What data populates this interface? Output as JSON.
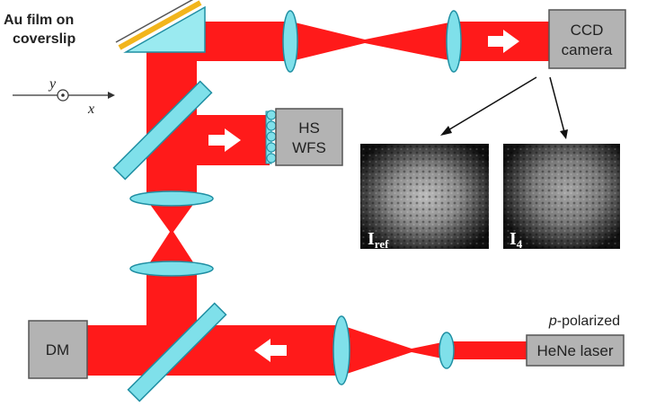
{
  "labels": {
    "sample_line1": "Au film on",
    "sample_line2": "coverslip",
    "axis_y": "y",
    "axis_x": "x",
    "ccd_line1": "CCD",
    "ccd_line2": "camera",
    "hs_line1": "HS",
    "hs_line2": "WFS",
    "dm": "DM",
    "laser": "HeNe laser",
    "polarization_prefix": "p",
    "polarization_suffix": "-polarized",
    "image_ref_main": "I",
    "image_ref_sub": "ref",
    "image_4_main": "I",
    "image_4_sub": "4"
  },
  "colors": {
    "beam": "#ff1a1a",
    "optic": "#7fe0ea",
    "optic_stroke": "#1f8fa3",
    "box_fill": "#b3b3b3",
    "gold": "#f2b51c"
  }
}
